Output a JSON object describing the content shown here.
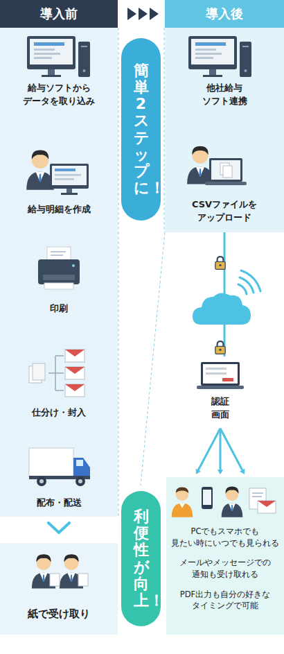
{
  "diagram": {
    "nodes": [
      {
        "text": [
          "導入前"
        ]
      },
      {
        "text": [
          "導入後"
        ]
      },
      {
        "text": [
          "給与ソフトから データを取り込み"
        ]
      },
      {
        "text": [
          "給与明細を作成"
        ]
      },
      {
        "text": [
          "印刷"
        ]
      },
      {
        "text": [
          "仕分け・封入"
        ]
      },
      {
        "text": [
          "配布・配送"
        ]
      },
      {
        "text": [
          "紙で受け取り"
        ]
      },
      {
        "text": [
          "簡単2ステップに！"
        ]
      },
      {
        "text": [
          "他社給与 ソフト連携"
        ]
      },
      {
        "text": [
          "CSVファイルを アップロード"
        ]
      },
      {
        "text": [
          "認証 画面"
        ]
      },
      {
        "text": [
          "PCでもスマホでも 見たい時にいつでも見られる",
          "メールやメッセージでの 通知も受け取れる",
          "PDF出力も自分の好きな タイミングで可能"
        ]
      },
      {
        "text": [
          "利便性が向上！"
        ]
      }
    ],
    "edges": [
      {
        "from": 2,
        "to": 3,
        "arrow": "both"
      },
      {
        "from": 3,
        "to": 4,
        "arrow": "to"
      },
      {
        "from": 4,
        "to": 5,
        "arrow": "to"
      },
      {
        "from": 5,
        "to": 6,
        "arrow": "to"
      },
      {
        "from": 6,
        "to": 7,
        "arrow": "to"
      },
      {
        "from": 9,
        "to": 10,
        "arrow": "to"
      },
      {
        "from": 10,
        "to": 11,
        "arrow": "none"
      },
      {
        "from": 11,
        "to": 12,
        "arrow": "to"
      }
    ]
  }
}
